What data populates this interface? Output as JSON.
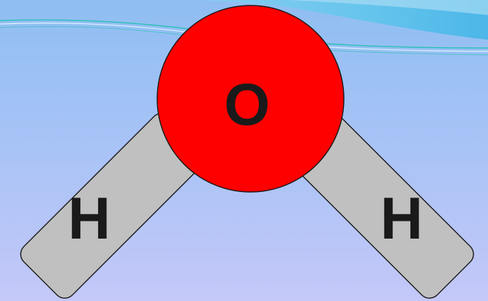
{
  "molecule": {
    "atoms": [
      {
        "id": "oxygen",
        "symbol": "O",
        "color": "#ff0000"
      },
      {
        "id": "hydrogen-left",
        "symbol": "H",
        "color": "#c0c0c0"
      },
      {
        "id": "hydrogen-right",
        "symbol": "H",
        "color": "#c0c0c0"
      }
    ]
  },
  "colors": {
    "background_top": "#8fbef2",
    "background_bottom": "#c4c8f8",
    "wave_accent": "#4cc2ea",
    "wave_line": "#2cc0b8",
    "outline": "#1a1a1a"
  }
}
